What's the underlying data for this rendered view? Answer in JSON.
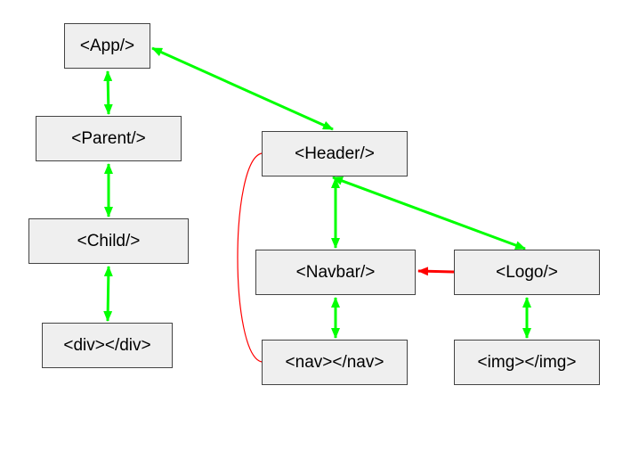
{
  "colors": {
    "node_fill": "#efefef",
    "node_border": "#444444",
    "prop_flow": "#00ff00",
    "event_flow": "#ff0000",
    "bracket": "#ff0000"
  },
  "nodes": {
    "app": "<App/>",
    "parent": "<Parent/>",
    "child": "<Child/>",
    "div": "<div></div>",
    "header": "<Header/>",
    "navbar": "<Navbar/>",
    "logo": "<Logo/>",
    "nav": "<nav></nav>",
    "img": "<img></img>"
  },
  "edges": [
    {
      "from": "<App/>",
      "to": "<Parent/>",
      "style": "green",
      "direction": "both"
    },
    {
      "from": "<Parent/>",
      "to": "<Child/>",
      "style": "green",
      "direction": "both"
    },
    {
      "from": "<Child/>",
      "to": "<div></div>",
      "style": "green",
      "direction": "both"
    },
    {
      "from": "<App/>",
      "to": "<Header/>",
      "style": "green",
      "direction": "both"
    },
    {
      "from": "<Header/>",
      "to": "<Navbar/>",
      "style": "green",
      "direction": "both"
    },
    {
      "from": "<Header/>",
      "to": "<Logo/>",
      "style": "green",
      "direction": "both"
    },
    {
      "from": "<Navbar/>",
      "to": "<nav></nav>",
      "style": "green",
      "direction": "both"
    },
    {
      "from": "<Logo/>",
      "to": "<img></img>",
      "style": "green",
      "direction": "both"
    },
    {
      "from": "<Logo/>",
      "to": "<Navbar/>",
      "style": "red",
      "direction": "forward"
    },
    {
      "from": "<Header/>",
      "to": "<nav></nav>",
      "style": "red-curve",
      "direction": "none"
    }
  ]
}
